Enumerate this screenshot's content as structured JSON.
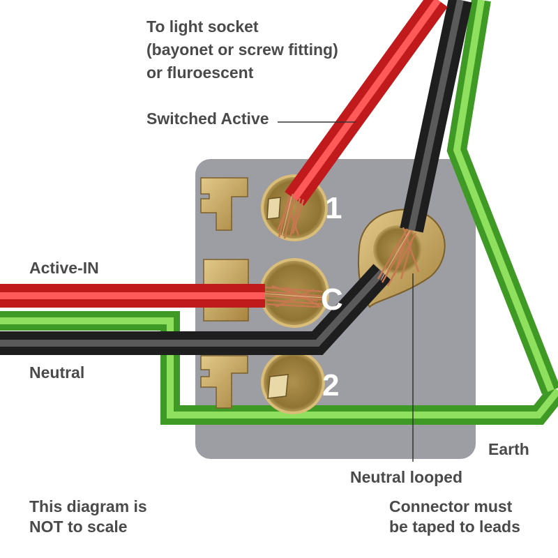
{
  "labels": {
    "light_socket_line1": "To light socket",
    "light_socket_line2": "(bayonet or screw fitting)",
    "light_socket_line3": "or fluroescent",
    "switched_active": "Switched Active",
    "active_in": "Active-IN",
    "neutral": "Neutral",
    "earth": "Earth",
    "neutral_looped": "Neutral looped",
    "not_to_scale_line1": "This diagram is",
    "not_to_scale_line2": "NOT to scale",
    "connector_note_line1": "Connector must",
    "connector_note_line2": "be taped to leads"
  },
  "terminals": {
    "t1": "1",
    "tc": "C",
    "t2": "2"
  },
  "colors": {
    "active": "#e8272a",
    "neutral": "#3a3a3a",
    "earth": "#5cc63a",
    "switch_body": "#9c9ea3",
    "brass": "#c8a45e",
    "copper": "#c87850",
    "label_text": "#4a4a4a"
  }
}
